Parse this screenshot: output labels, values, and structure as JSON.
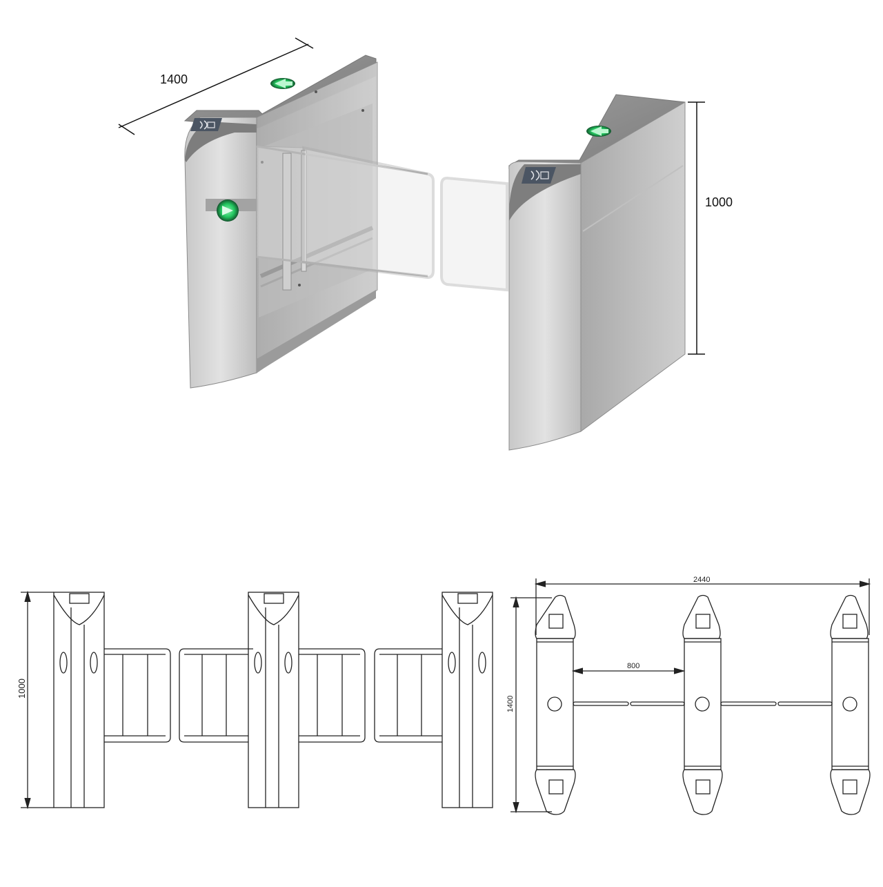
{
  "figure": {
    "top_dimensions": {
      "length": "1400",
      "height": "1000"
    },
    "front_view": {
      "height": "1000"
    },
    "plan_view": {
      "overall_width": "2440",
      "lane_width": "800",
      "depth": "1400"
    }
  },
  "colors": {
    "steel_light": "#d8d8d8",
    "steel_mid": "#bfbfbf",
    "steel_dark": "#8f8f8f",
    "glass": "#cfcfcf",
    "indicator_green": "#22c55e",
    "line": "#222222"
  },
  "icons": {
    "card_reader": "card-reader-icon",
    "direction_arrow": "green-arrow-icon"
  }
}
